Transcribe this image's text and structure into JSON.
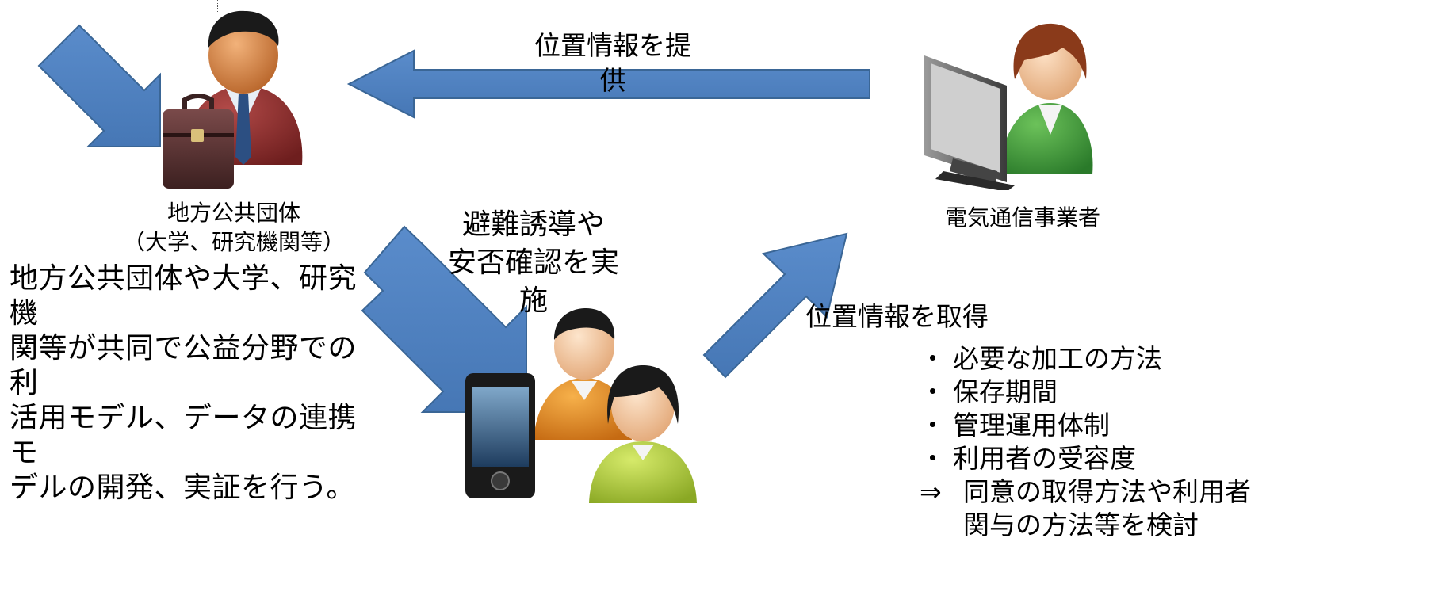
{
  "top_arrow_label": "位置情報を提供",
  "municipality": {
    "name": "地方公共団体",
    "sub": "（大学、研究機関等）",
    "description": [
      "地方公共団体や大学、研究機",
      "関等が共同で公益分野での利",
      "活用モデル、データの連携モ",
      "デルの開発、実証を行う。"
    ]
  },
  "carrier": {
    "name": "電気通信事業者"
  },
  "evacuation_label": [
    "避難誘導や",
    "安否確認を実施"
  ],
  "acquire_label": "位置情報を取得",
  "considerations": {
    "bullet_mark": "・",
    "items": [
      "必要な加工の方法",
      "保存期間",
      "管理運用体制",
      "利用者の受容度"
    ],
    "conclusion_mark": "⇒",
    "conclusion_lines": [
      "同意の取得方法や利用者",
      "関与の方法等を検討"
    ]
  },
  "colors": {
    "arrow_fill": "#4f81bd",
    "arrow_stroke": "#3a6696",
    "official_suit": "#8b2a2a",
    "operator_shirt": "#3a9a3a",
    "user_male_shirt": "#e8901e",
    "user_female_shirt": "#a8c43a"
  },
  "icons": [
    "official-with-briefcase-icon",
    "operator-at-monitor-icon",
    "users-with-phone-icon"
  ]
}
